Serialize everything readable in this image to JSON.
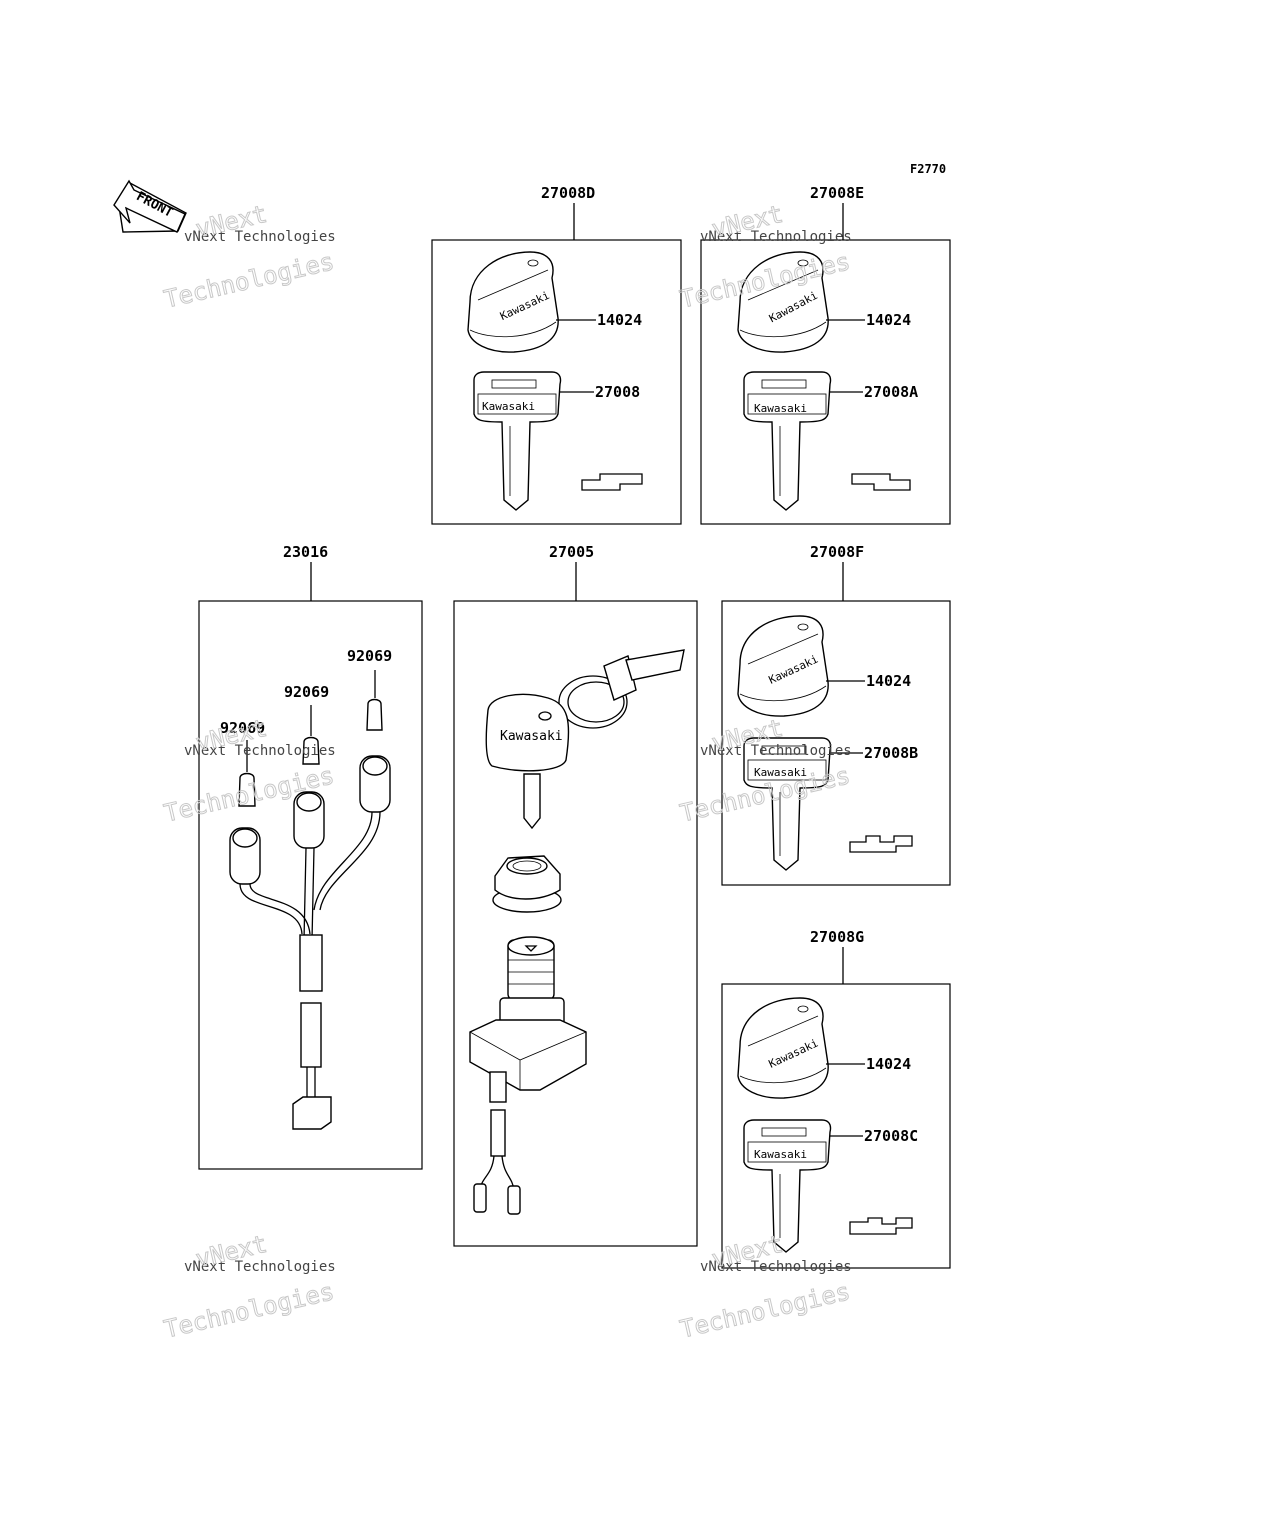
{
  "figure_code": "F2770",
  "front_arrow_label": "FRONT",
  "watermark": {
    "line1": "vNext Technologies",
    "line2": "vNext",
    "line3": "Technologies"
  },
  "brand_text": "Kawasaki",
  "groups": [
    {
      "id": "27008D",
      "parts": [
        "14024",
        "27008"
      ]
    },
    {
      "id": "27008E",
      "parts": [
        "14024",
        "27008A"
      ]
    },
    {
      "id": "23016",
      "parts": [
        "92069",
        "92069",
        "92069"
      ]
    },
    {
      "id": "27005",
      "parts": []
    },
    {
      "id": "27008F",
      "parts": [
        "14024",
        "27008B"
      ]
    },
    {
      "id": "27008G",
      "parts": [
        "14024",
        "27008C"
      ]
    }
  ]
}
